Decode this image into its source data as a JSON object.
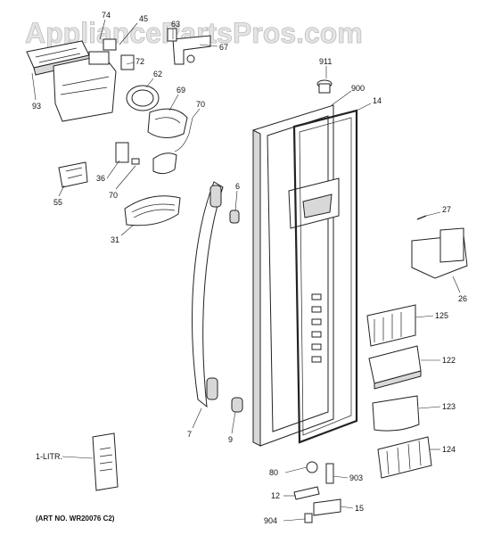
{
  "watermark": "AppliancePartsPros.com",
  "art_number": "(ART NO. WR20076 C2)",
  "callouts": {
    "c74": "74",
    "c45": "45",
    "c63": "63",
    "c67": "67",
    "c72": "72",
    "c62": "62",
    "c93": "93",
    "c69": "69",
    "c70a": "70",
    "c36": "36",
    "c70b": "70",
    "c55": "55",
    "c6": "6",
    "c31": "31",
    "c911": "911",
    "c900": "900",
    "c14": "14",
    "c27": "27",
    "c26": "26",
    "c125": "125",
    "c122": "122",
    "c123": "123",
    "c124": "124",
    "c7": "7",
    "c9": "9",
    "c1litr": "1-LITR.",
    "c80": "80",
    "c903": "903",
    "c12": "12",
    "c15": "15",
    "c904": "904"
  }
}
